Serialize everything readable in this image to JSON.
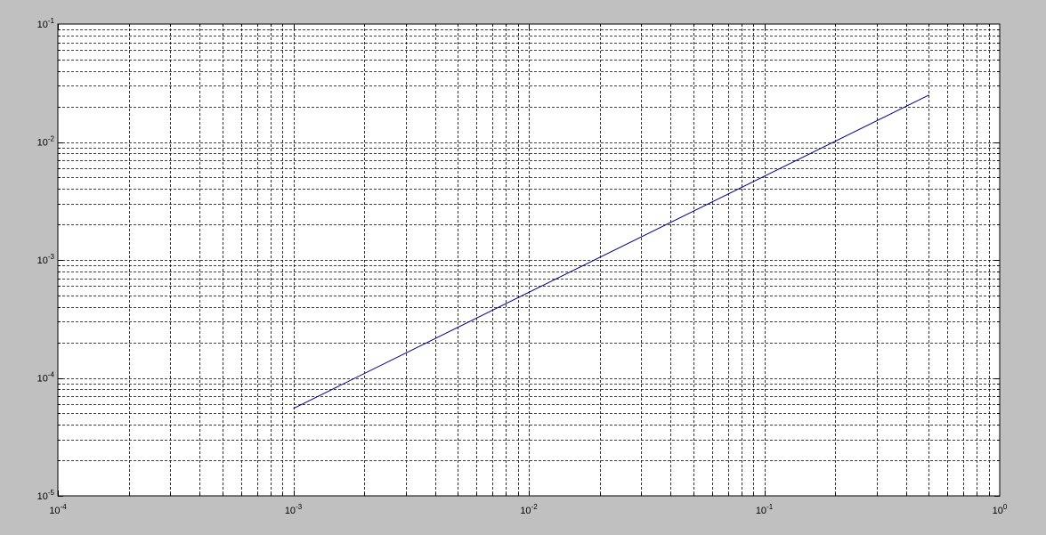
{
  "colors": {
    "figure_background": "#c0c0c0",
    "plot_background": "#ffffff",
    "axes": "#000000",
    "grid": "#000000",
    "series_line": "#00008b"
  },
  "chart_data": {
    "type": "line",
    "title": "",
    "xlabel": "",
    "ylabel": "",
    "xscale": "log",
    "yscale": "log",
    "xlim": [
      0.0001,
      1
    ],
    "ylim": [
      1e-05,
      0.1
    ],
    "grid": "on (major and minor, dashed)",
    "legend": "none",
    "x_tick_labels": [
      {
        "base": "10",
        "exp": "-4"
      },
      {
        "base": "10",
        "exp": "-3"
      },
      {
        "base": "10",
        "exp": "-2"
      },
      {
        "base": "10",
        "exp": "-1"
      },
      {
        "base": "10",
        "exp": "0"
      }
    ],
    "y_tick_labels": [
      {
        "base": "10",
        "exp": "-5"
      },
      {
        "base": "10",
        "exp": "-4"
      },
      {
        "base": "10",
        "exp": "-3"
      },
      {
        "base": "10",
        "exp": "-2"
      },
      {
        "base": "10",
        "exp": "-1"
      }
    ],
    "series": [
      {
        "color": "#00008b",
        "x": [
          0.001,
          0.5
        ],
        "y": [
          5.5e-05,
          0.025
        ]
      }
    ]
  }
}
